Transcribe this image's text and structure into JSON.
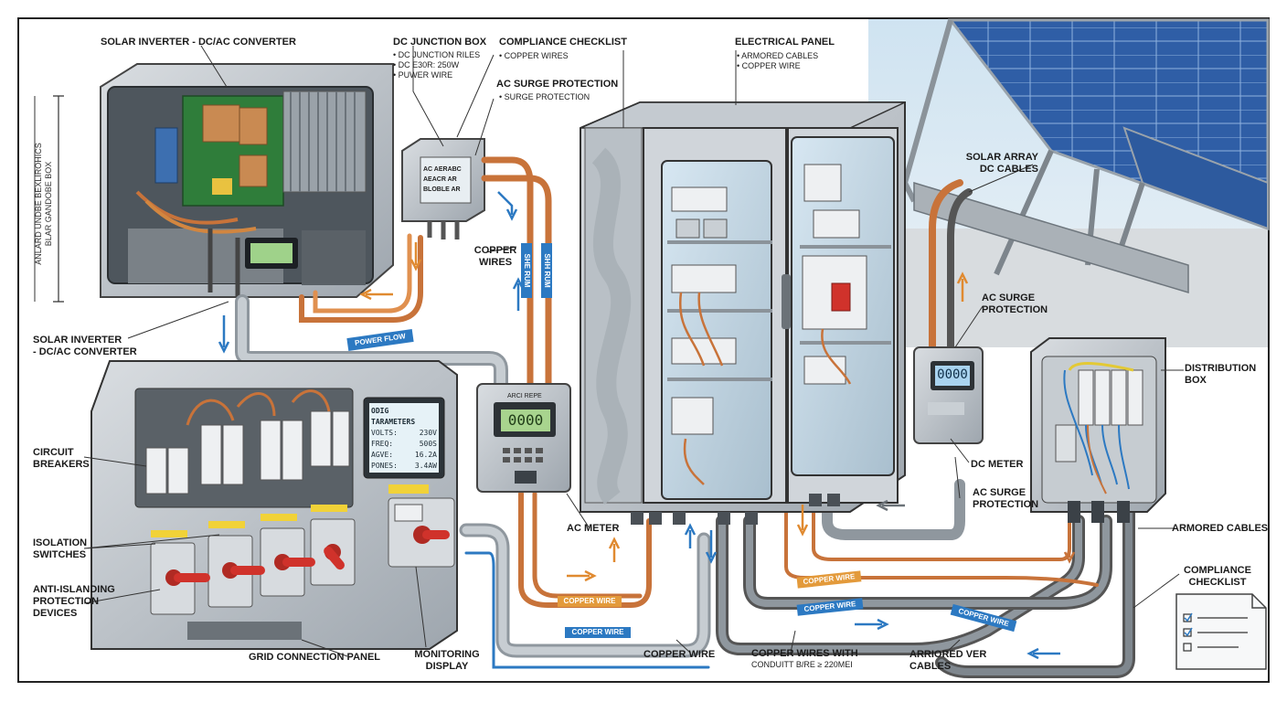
{
  "labels": {
    "inverter_top": "SOLAR INVERTER - DC/AC CONVERTER",
    "inverter_side_line1": "ANLARD UNDBE BEXLIROHICS",
    "inverter_side_line2": "BLAR GANDOBE BOX",
    "inverter_bottom_line1": "SOLAR INVERTER",
    "inverter_bottom_line2": "- DC/AC CONVERTER",
    "jbox_title": "DC JUNCTION BOX",
    "jbox_sub1": "• DC JUNCTION RILES",
    "jbox_sub2": "• DC E30R: 250W",
    "jbox_sub3": "• PUWER WIRE",
    "jbox_face1": "AC AERABC",
    "jbox_face2": "AEACR AR",
    "jbox_face3": "BLOBLE AR",
    "compliance_top": "COMPLIANCE CHECKLIST",
    "compliance_top_sub": "• COPPER WIRES",
    "ac_surge_top": "AC SURGE PROTECTION",
    "ac_surge_top_sub": "• SURGE PROTECTION",
    "electrical_panel": "ELECTRICAL PANEL",
    "electrical_panel_sub1": "• ARMORED CABLES",
    "electrical_panel_sub2": "• COPPER WIRE",
    "solar_array_line1": "SOLAR ARRAY",
    "solar_array_line2": "DC CABLES",
    "copper_wires_line1": "COPPER",
    "copper_wires_line2": "WIRES",
    "power_flow": "POWER FLOW",
    "ac_surge_right_line1": "AC SURGE",
    "ac_surge_right_line2": "PROTECTION",
    "distribution_line1": "DISTRIBUTION",
    "distribution_line2": "BOX",
    "dc_meter": "DC METER",
    "ac_surge_low_line1": "AC SURGE",
    "ac_surge_low_line2": "PROTECTION",
    "armored_cables": "ARMORED CABLES",
    "compliance_br_line1": "COMPLIANCE",
    "compliance_br_line2": "CHECKLIST",
    "circuit_breakers_line1": "CIRCUIT",
    "circuit_breakers_line2": "BREAKERS",
    "isolation_line1": "ISOLATION",
    "isolation_line2": "SWITCHES",
    "anti_islanding_line1": "ANTI-ISLANDING",
    "anti_islanding_line2": "PROTECTION",
    "anti_islanding_line3": "DEVICES",
    "grid_panel": "GRID CONNECTION PANEL",
    "monitoring_line1": "MONITORING",
    "monitoring_line2": "DISPLAY",
    "ac_meter": "AC METER",
    "copper_wire_bottom": "COPPER WIRE",
    "copper_with_line1": "COPPER WIRES WITH",
    "copper_with_line2": "CONDUITT B/RE ≥ 220MEI",
    "arriored_line1": "ARRIORED VER",
    "arriored_line2": "CABLES"
  },
  "display": {
    "title": "ODIG TARAMETERS",
    "rows": [
      {
        "k": "VOLTS:",
        "v": "230V"
      },
      {
        "k": "FREQ:",
        "v": "500S"
      },
      {
        "k": "AGVE:",
        "v": "16.2A"
      },
      {
        "k": "PONES:",
        "v": "3.4AW"
      }
    ]
  },
  "meters": {
    "inverter_lcd": "",
    "ac_meter_top": "ARCI REPE",
    "ac_meter_value": "0000",
    "dc_meter_value": "0000"
  },
  "cable_tags": {
    "power_flow": "POWER FLOW",
    "copper_1": "COPPER WIRE",
    "copper_2": "COPPER WIRE",
    "copper_3": "COPPER WIRE",
    "copper_4": "COPPER WIRE",
    "copper_5": "COPPER WIRE",
    "vertical_1": "SHE RUM",
    "vertical_2": "SHH RUM"
  },
  "colors": {
    "copper": "#c8733a",
    "steel": "#b8bfc6",
    "blue_tag": "#2c79c2",
    "orange_tag": "#e39a3b",
    "panel_blue": "#2a5b9b",
    "red_handle": "#d0322b",
    "yellow_tag": "#f1d238"
  }
}
